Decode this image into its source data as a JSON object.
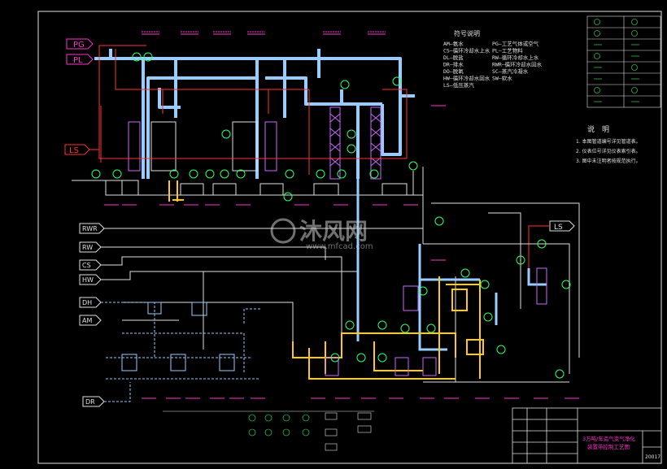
{
  "stream_tags": {
    "pg": "PG",
    "pl": "PL",
    "ls_left": "LS",
    "ls_right": "LS",
    "rwr": "RWR",
    "rw": "RW",
    "cs": "CS",
    "hw": "HW",
    "dh": "DH",
    "am": "AM",
    "dr": "DR"
  },
  "legend": {
    "title": "符号说明",
    "left": [
      "AM—氨水",
      "CS—循环冷却水上水",
      "DL—脱盐",
      "DR—排水",
      "DO—脱氧",
      "HW—循环冷却水回水",
      "LS—低压蒸汽"
    ],
    "right": [
      "PG—工艺气体或空气",
      "PL—工艺物料",
      "RW—循环冷却水上水",
      "RWR—循环冷却水回水",
      "SC—蒸汽冷凝水",
      "SW—软水"
    ]
  },
  "notes": {
    "title": "说　明",
    "items": [
      "1. 本图管道编号详见管道表。",
      "2. 仪表位号详见仪表索引表。",
      "3. 图中未注明者按规范执行。"
    ]
  },
  "watermark": {
    "brand": "沐风网",
    "url": "www.mfcad.com"
  },
  "title_block": {
    "title_line1": "3万吨/年造气变气净化",
    "title_line2": "装置带控制工艺图",
    "sheet": "20017"
  }
}
